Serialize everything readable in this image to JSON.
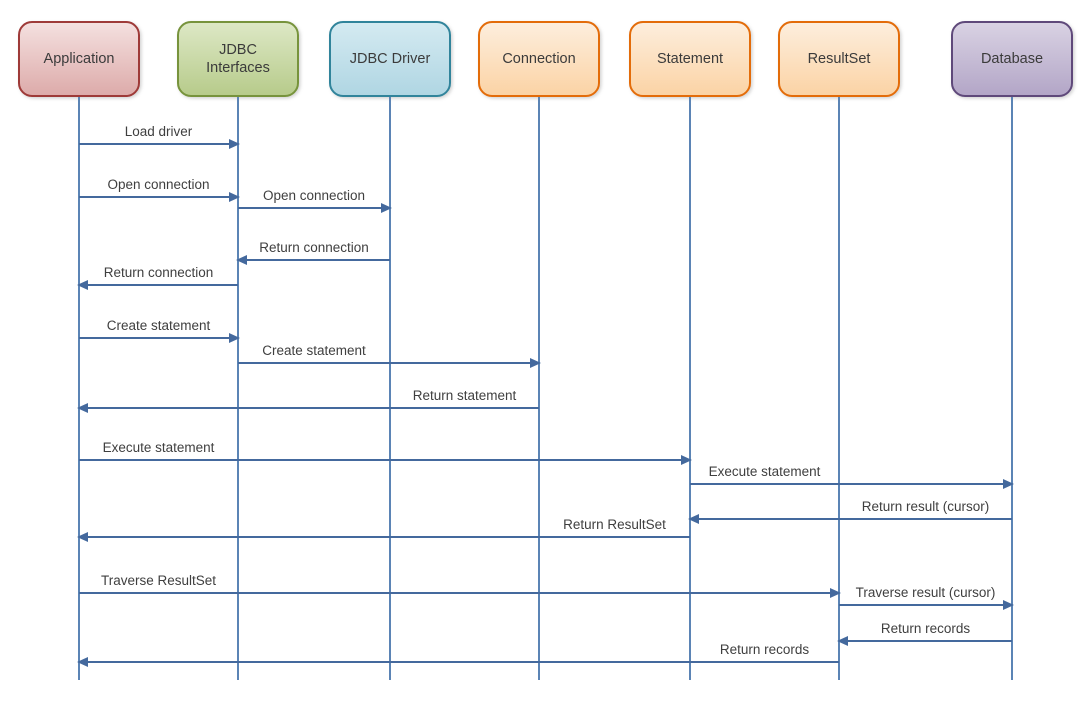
{
  "diagram_type": "uml-sequence-diagram",
  "colors": {
    "background": "#ffffff",
    "arrow": "#44699d",
    "lifeline": "#5b84b5",
    "label_text": "#3f3f3f",
    "actor_text": "#3b3b3b"
  },
  "actors": [
    {
      "label": "Application",
      "border_color": "#9e3a38",
      "fill_top": "#f4e0df",
      "fill_bottom": "#ddabaa"
    },
    {
      "label": "JDBC Interfaces",
      "border_color": "#77933c",
      "fill_top": "#dde8c5",
      "fill_bottom": "#b7cb8b"
    },
    {
      "label": "JDBC Driver",
      "border_color": "#31849b",
      "fill_top": "#d4eaf1",
      "fill_bottom": "#b0d6e3"
    },
    {
      "label": "Connection",
      "border_color": "#e36c0a",
      "fill_top": "#fdeedd",
      "fill_bottom": "#fbd3a5"
    },
    {
      "label": "Statement",
      "border_color": "#e36c0a",
      "fill_top": "#fdeedd",
      "fill_bottom": "#fbd3a5"
    },
    {
      "label": "ResultSet",
      "border_color": "#e36c0a",
      "fill_top": "#fdeedd",
      "fill_bottom": "#fbd3a5"
    },
    {
      "label": "Database",
      "border_color": "#5f497a",
      "fill_top": "#d9d2e3",
      "fill_bottom": "#b3a6c7"
    }
  ],
  "messages": [
    {
      "label": "Load driver",
      "from": "Application",
      "to": "JDBC Interfaces"
    },
    {
      "label": "Open connection",
      "from": "Application",
      "to": "JDBC Interfaces"
    },
    {
      "label": "Open connection",
      "from": "JDBC Interfaces",
      "to": "JDBC Driver"
    },
    {
      "label": "Return connection",
      "from": "JDBC Driver",
      "to": "JDBC Interfaces"
    },
    {
      "label": "Return connection",
      "from": "JDBC Interfaces",
      "to": "Application"
    },
    {
      "label": "Create statement",
      "from": "Application",
      "to": "JDBC Interfaces"
    },
    {
      "label": "Create statement",
      "from": "JDBC Interfaces",
      "to": "Connection"
    },
    {
      "label": "Return statement",
      "from": "Connection",
      "to": "Application"
    },
    {
      "label": "Execute statement",
      "from": "Application",
      "to": "Statement"
    },
    {
      "label": "Execute statement",
      "from": "Statement",
      "to": "Database"
    },
    {
      "label": "Return result (cursor)",
      "from": "Database",
      "to": "Statement"
    },
    {
      "label": "Return ResultSet",
      "from": "Statement",
      "to": "Application"
    },
    {
      "label": "Traverse ResultSet",
      "from": "Application",
      "to": "ResultSet"
    },
    {
      "label": "Traverse result (cursor)",
      "from": "ResultSet",
      "to": "Database"
    },
    {
      "label": "Return records",
      "from": "Database",
      "to": "ResultSet"
    },
    {
      "label": "Return records",
      "from": "ResultSet",
      "to": "Application"
    }
  ]
}
